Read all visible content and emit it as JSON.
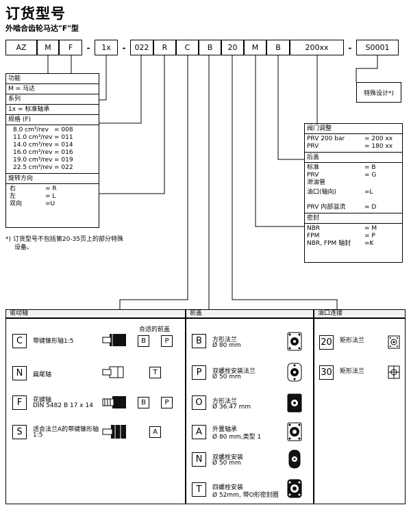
{
  "title": "订货型号",
  "subtitle": "外啮合齿轮马达\"F\"型",
  "code": {
    "cells": [
      "AZ",
      "M",
      "F",
      "1x",
      "022",
      "R",
      "C",
      "B",
      "20",
      "M",
      "B",
      "200xx",
      "S0001"
    ],
    "dash": "-"
  },
  "function": {
    "header": "功能",
    "value": "M = 马达"
  },
  "series": {
    "header": "系列",
    "value": "1x = 标准轴承"
  },
  "size": {
    "header": "规格 (F)",
    "rows": [
      {
        "label": "8.0 cm³/rev",
        "code": "= 008"
      },
      {
        "label": "11.0 cm³/rev",
        "code": "= 011"
      },
      {
        "label": "14.0 cm³/rev",
        "code": "= 014"
      },
      {
        "label": "16.0 cm³/rev",
        "code": "= 016"
      },
      {
        "label": "19.0 cm³/rev",
        "code": "= 019"
      },
      {
        "label": "22.5 cm³/rev",
        "code": "= 022"
      }
    ]
  },
  "rotation": {
    "header": "旋转方向",
    "rows": [
      {
        "label": "右",
        "code": "= R"
      },
      {
        "label": "左",
        "code": "= L"
      },
      {
        "label": "双向",
        "code": "=U"
      }
    ]
  },
  "note": "*) 订货型号不包括第20-35页上的部分特殊设备。",
  "note_line1": "*) 订货型号不包括第20-35页上的部分特殊",
  "note_line2": "设备。",
  "special": "特殊设计*)",
  "valve": {
    "header": "阀门调整",
    "rows": [
      {
        "label": "PRV 200 bar",
        "code": "= 200 xx"
      },
      {
        "label": "PRV",
        "code": "= 180 xx"
      }
    ]
  },
  "rearcover": {
    "header": "后盖",
    "rows": [
      {
        "label": "标准",
        "code": "= B"
      },
      {
        "label": "PRV",
        "code": "= G"
      },
      {
        "label": "泄油管",
        "code": ""
      },
      {
        "label": "油口(轴向)",
        "code": "=L"
      },
      {
        "label": "PRV 内部溢流",
        "code": "= D"
      }
    ]
  },
  "seal": {
    "header": "密封",
    "rows": [
      {
        "label": "NBR",
        "code": "= M"
      },
      {
        "label": "FPM",
        "code": "= P"
      },
      {
        "label": "NBR, FPM 轴封",
        "code": "=K"
      }
    ]
  },
  "drive": {
    "header": "驱动轴",
    "suitable": "合适的前盖",
    "items": [
      {
        "code": "C",
        "desc1": "带键锥形轴1:5",
        "desc2": "",
        "covers": [
          "B",
          "P"
        ]
      },
      {
        "code": "N",
        "desc1": "扁尾轴",
        "desc2": "",
        "covers": [
          "T"
        ]
      },
      {
        "code": "F",
        "desc1": "花键轴",
        "desc2": "DIN 5482 B 17 x 14",
        "covers": [
          "B",
          "P"
        ]
      },
      {
        "code": "S",
        "desc1": "适合法兰A的带键锥形轴",
        "desc2": "1:5",
        "covers": [
          "A"
        ]
      }
    ]
  },
  "front": {
    "header": "前盖",
    "items": [
      {
        "code": "B",
        "desc1": "方形法兰",
        "desc2": "Ø 80 mm"
      },
      {
        "code": "P",
        "desc1": "双螺栓安装法兰",
        "desc2": "Ø 50 mm"
      },
      {
        "code": "O",
        "desc1": "方形法兰",
        "desc2": "Ø 36.47 mm"
      },
      {
        "code": "A",
        "desc1": "外置轴承",
        "desc2": "Ø 80 mm,类型 1"
      },
      {
        "code": "N",
        "desc1": "双螺栓安装",
        "desc2": "Ø 50 mm"
      },
      {
        "code": "T",
        "desc1": "四螺栓安装",
        "desc2": "Ø 52mm, 带O形密封圈"
      }
    ]
  },
  "port": {
    "header": "油口连接",
    "items": [
      {
        "code": "20",
        "desc1": "矩形法兰"
      },
      {
        "code": "30",
        "desc1": "矩形法兰"
      }
    ]
  }
}
